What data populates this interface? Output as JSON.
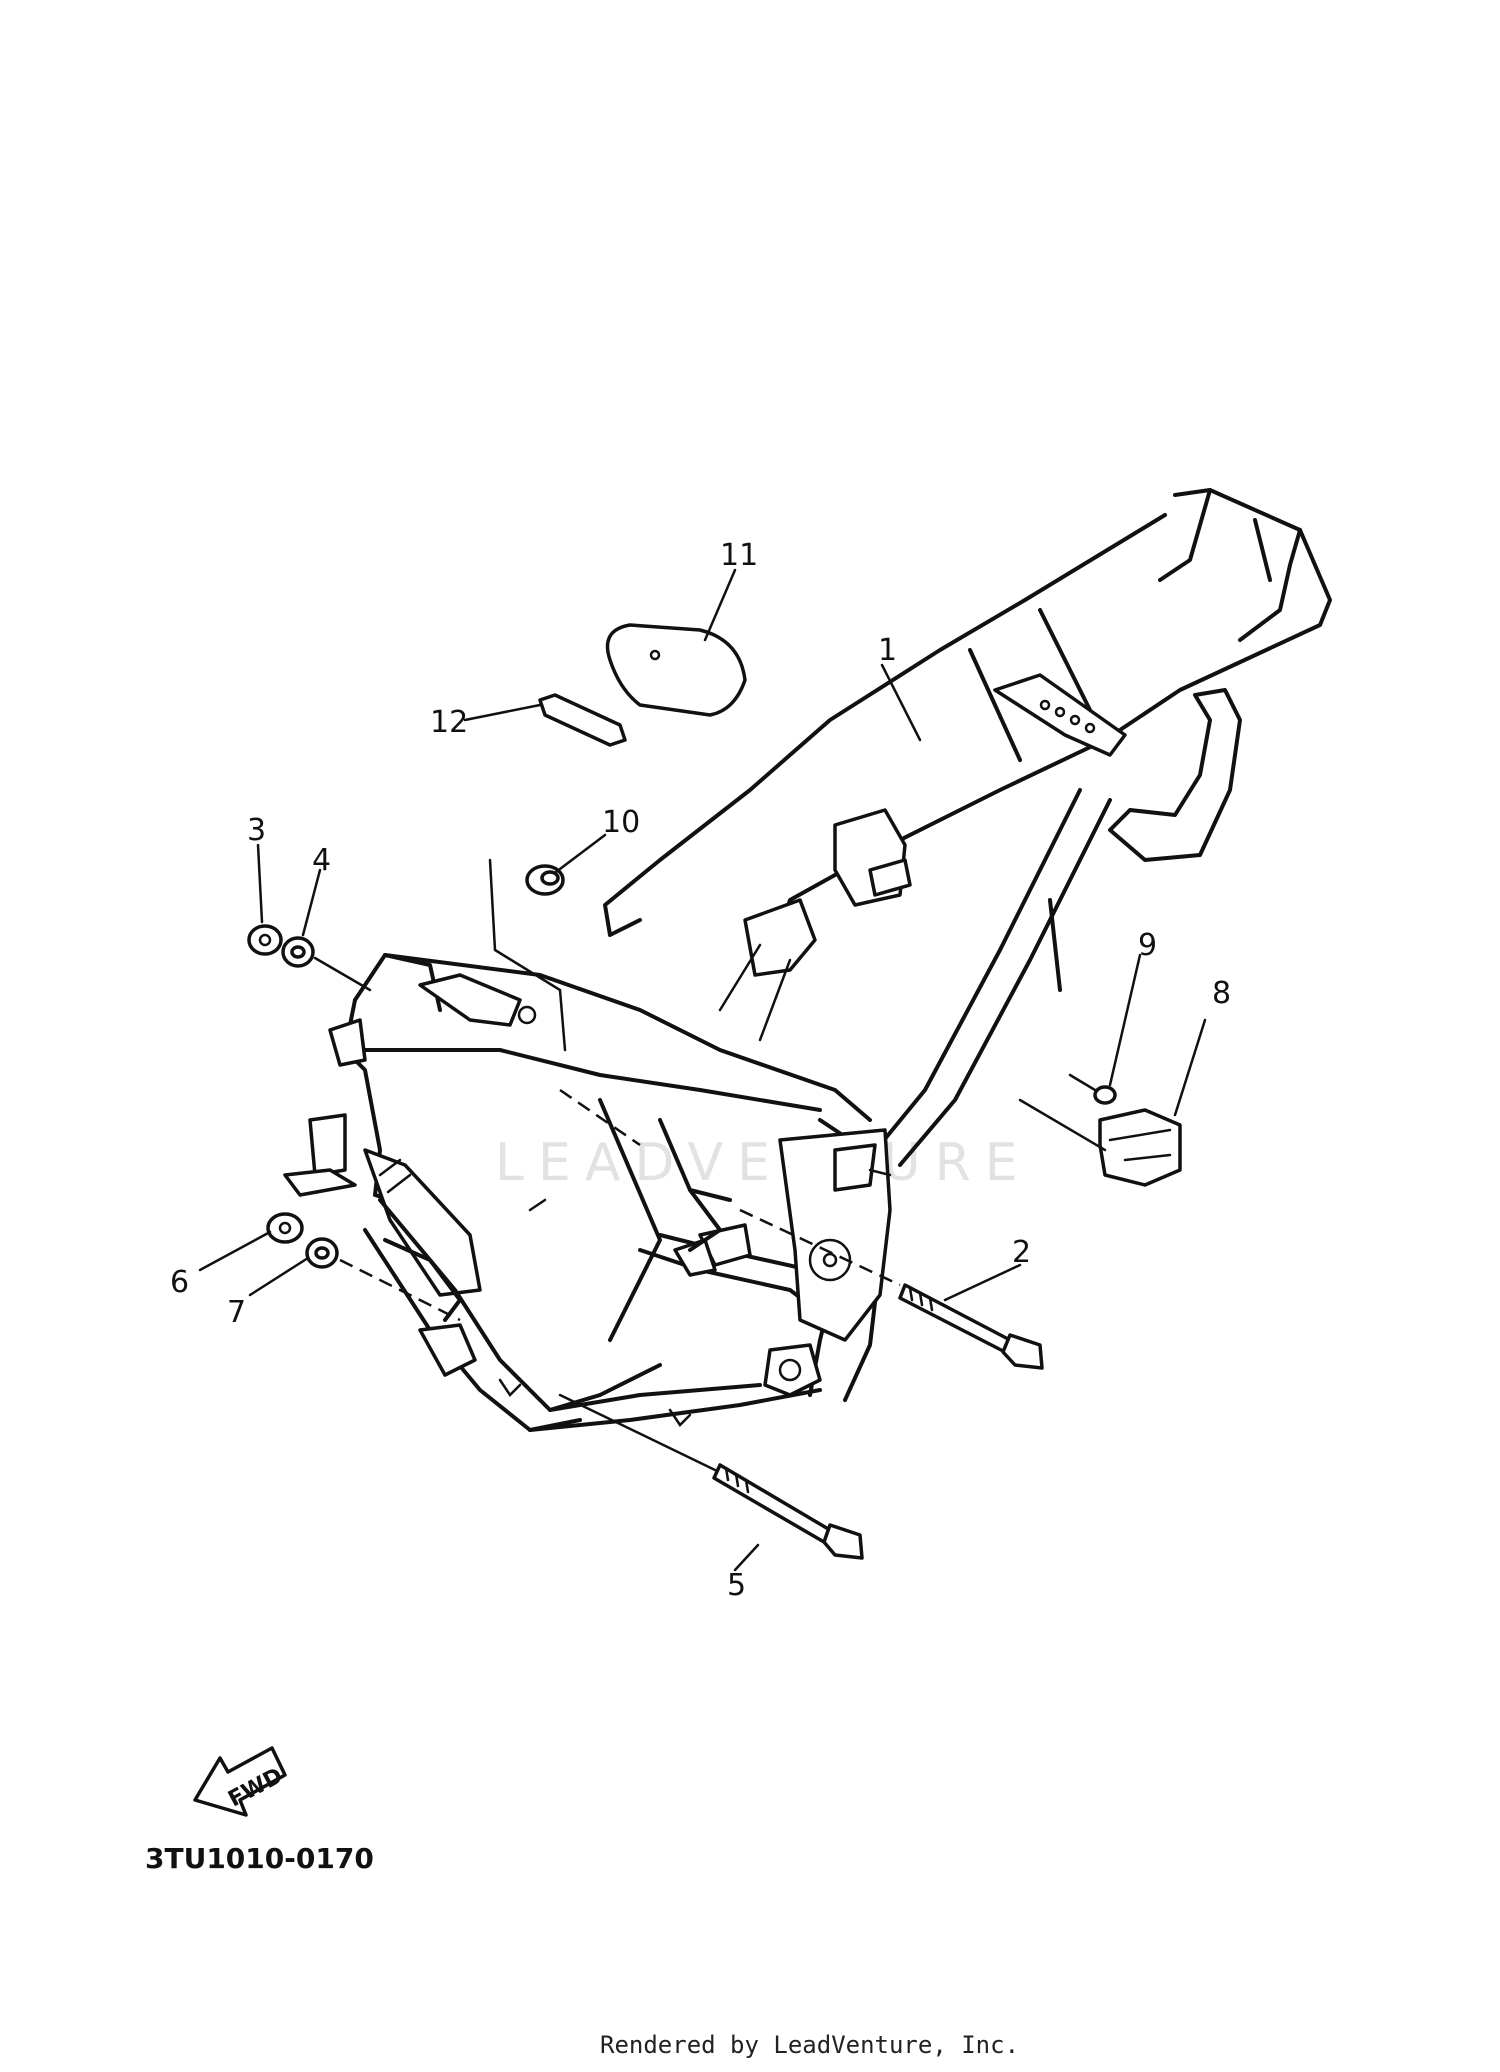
{
  "diagram": {
    "callouts": [
      "1",
      "2",
      "3",
      "4",
      "5",
      "6",
      "7",
      "8",
      "9",
      "10",
      "11",
      "12"
    ],
    "fwd_label": "FWD",
    "part_code": "3TU1010-0170",
    "watermark": "LEADVENTURE",
    "footer": "Rendered by LeadVenture, Inc."
  }
}
